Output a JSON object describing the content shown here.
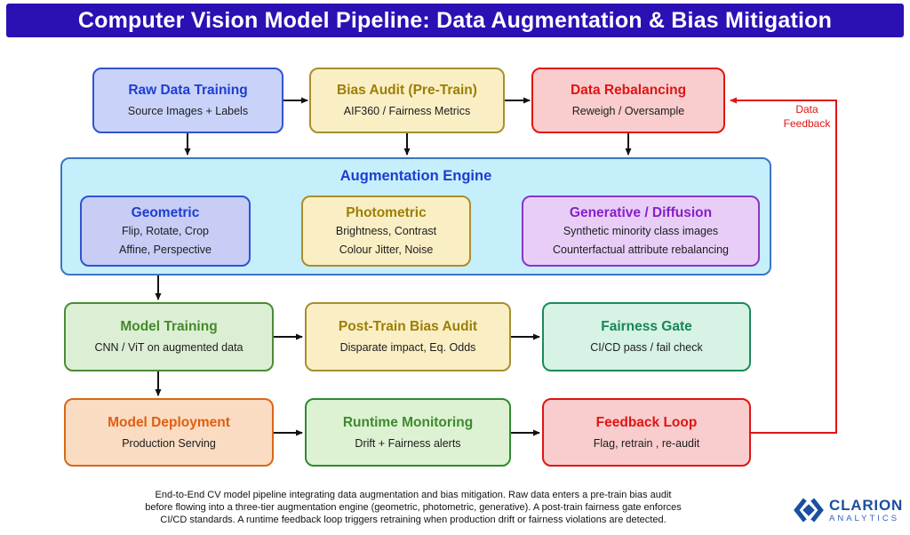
{
  "header": {
    "title": "Computer Vision Model Pipeline: Data Augmentation & Bias Mitigation"
  },
  "colors": {
    "header_bg": "#2b10b4",
    "blue_accent": "#1f3ecf",
    "gold_accent": "#9c7e06",
    "red_accent": "#e01414",
    "green_accent": "#44892e",
    "teal_accent": "#17855a",
    "orange_accent": "#e05e10",
    "purple_accent": "#871fc9",
    "engine_bg": "#c6effc",
    "logo_blue": "#1b4fa0",
    "arrow_black": "#111111"
  },
  "nodes": {
    "raw_data": {
      "title": "Raw Data Training",
      "subtitle": "Source Images + Labels"
    },
    "bias_audit": {
      "title": "Bias Audit (Pre-Train)",
      "subtitle": "AIF360 / Fairness Metrics"
    },
    "rebalancing": {
      "title": "Data Rebalancing",
      "subtitle": "Reweigh / Oversample"
    },
    "model_training": {
      "title": "Model Training",
      "subtitle": "CNN / ViT on augmented data"
    },
    "post_train_audit": {
      "title": "Post-Train Bias Audit",
      "subtitle": "Disparate impact, Eq. Odds"
    },
    "fairness_gate": {
      "title": "Fairness Gate",
      "subtitle": "CI/CD pass / fail check"
    },
    "deployment": {
      "title": "Model Deployment",
      "subtitle": "Production Serving"
    },
    "runtime": {
      "title": "Runtime Monitoring",
      "subtitle": "Drift + Fairness alerts"
    },
    "feedback_loop": {
      "title": "Feedback Loop",
      "subtitle": "Flag, retrain , re-audit"
    }
  },
  "engine": {
    "title": "Augmentation Engine",
    "geometric": {
      "title": "Geometric",
      "line1": "Flip, Rotate, Crop",
      "line2": "Affine, Perspective"
    },
    "photometric": {
      "title": "Photometric",
      "line1": "Brightness, Contrast",
      "line2": "Colour Jitter, Noise"
    },
    "generative": {
      "title": "Generative / Diffusion",
      "line1": "Synthetic minority class images",
      "line2": "Counterfactual attribute rebalancing"
    }
  },
  "feedback_label": {
    "line1": "Data",
    "line2": "Feedback"
  },
  "caption": {
    "line1": "End-to-End CV model pipeline integrating data augmentation and bias mitigation. Raw data enters a pre-train bias audit",
    "line2": "before flowing into a three-tier augmentation engine (geometric, photometric, generative). A post-train fairness gate enforces",
    "line3": "CI/CD standards. A runtime feedback loop triggers retraining when production drift or fairness violations are detected."
  },
  "logo": {
    "name": "CLARION",
    "subname": "ANALYTICS"
  }
}
